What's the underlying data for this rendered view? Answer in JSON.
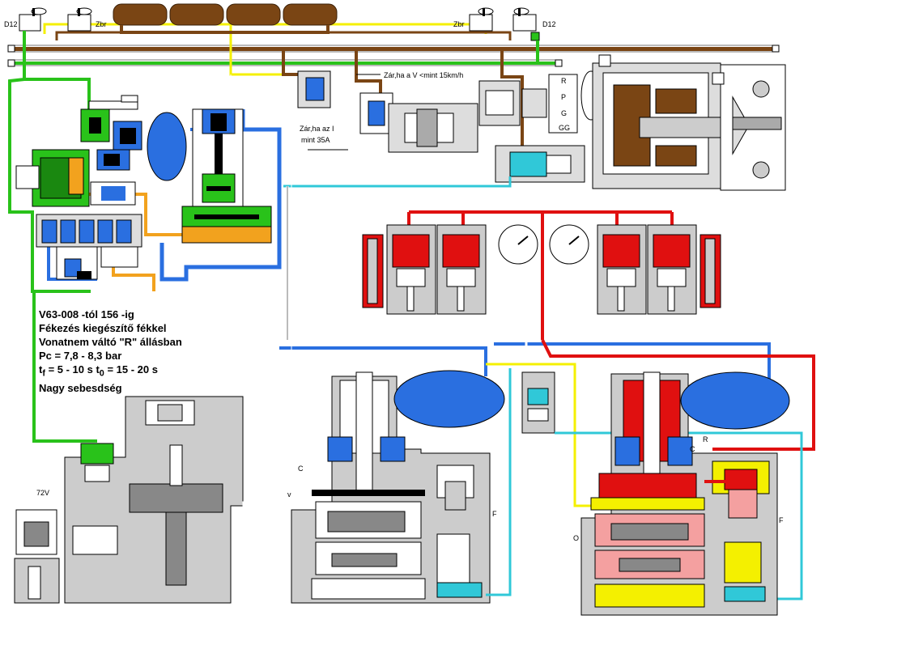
{
  "labels": {
    "d12_left": "D12",
    "zbr_left": "Zbr",
    "zbr_right": "Zbr",
    "d12_right": "D12",
    "zar_speed": "Zár,ha a V <mint 15km/h",
    "zar_current_1": "Zár,ha az I",
    "zar_current_2": "mint 35A",
    "volt_72": "72V",
    "r1": "R",
    "r2": "P",
    "r3": "G",
    "r4": "GG",
    "c_left": "C",
    "f_left": "F",
    "c_right": "C",
    "r_right": "R",
    "f_right": "F",
    "o_right": "O",
    "v_small": "v"
  },
  "caption": {
    "line1": "V63-008 -tól 156 -ig",
    "line2": "Fékezés kiegészítő fékkel",
    "line3": "Vonatnem váltó  \"R\" állásban",
    "line4": "Pc = 7,8 - 8,3 bar",
    "line5_a": "t",
    "line5_a_sub": "f",
    "line5_b": " = 5 - 10  s  t",
    "line5_b_sub": "0",
    "line5_c": " =  15 - 20 s",
    "line6": "Nagy sebesdség"
  },
  "colors": {
    "brown": "#7a4514",
    "yellow": "#f4f000",
    "green": "#29c21a",
    "blue": "#2a6fe0",
    "red": "#e01010",
    "cyan": "#30c8d8",
    "orange": "#f2a21e",
    "pink": "#f4a0a0",
    "grey": "#c8c8c8",
    "darkgrey": "#7a7a7a",
    "lightblue": "#3070f0"
  },
  "icons": {
    "gauge_left": "pressure-gauge-icon",
    "gauge_right": "pressure-gauge-icon"
  }
}
